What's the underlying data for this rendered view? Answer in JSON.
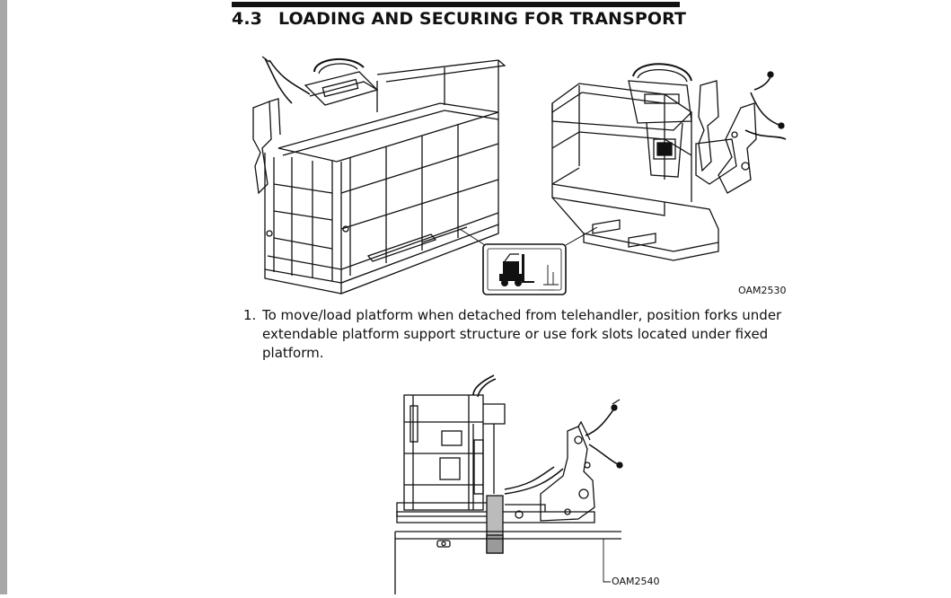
{
  "section": {
    "number": "4.3",
    "title": "LOADING AND SECURING FOR TRANSPORT"
  },
  "figures": [
    {
      "id": "OAM2530"
    },
    {
      "id": "OAM2540"
    }
  ],
  "steps": [
    {
      "number": "1.",
      "text": "To move/load platform when detached from telehandler, position forks under extendable platform support structure or use fork slots located under fixed platform."
    }
  ]
}
